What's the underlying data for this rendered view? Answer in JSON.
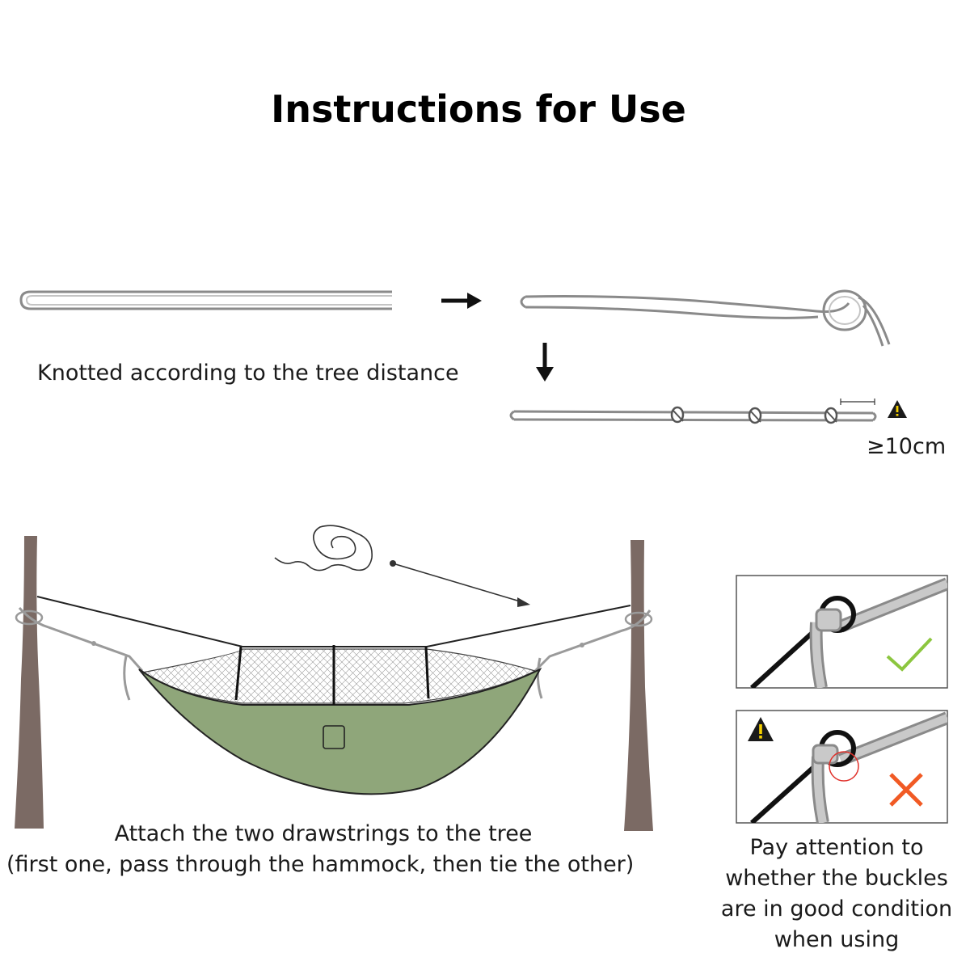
{
  "title": "Instructions for Use",
  "step1": {
    "caption": "Knotted according to the tree distance",
    "min_tail_label": "≥10cm",
    "icons": [
      "arrow-right-icon",
      "arrow-down-icon",
      "warning-icon"
    ]
  },
  "step2": {
    "caption_line1": "Attach the two drawstrings to the tree",
    "caption_line2": "(first one, pass through the hammock, then tie the other)"
  },
  "step3": {
    "caption_lines": [
      "Pay attention to",
      "whether the buckles",
      "are in good condition",
      "when using"
    ],
    "icons": [
      "check-icon",
      "cross-icon",
      "warning-icon"
    ]
  },
  "colors": {
    "hammock": "#8fa67a",
    "tree": "#7b6a64",
    "strap": "#9a9a9a",
    "check": "#8cc63f",
    "cross": "#f15a24",
    "warning": "#1a1a1a"
  }
}
